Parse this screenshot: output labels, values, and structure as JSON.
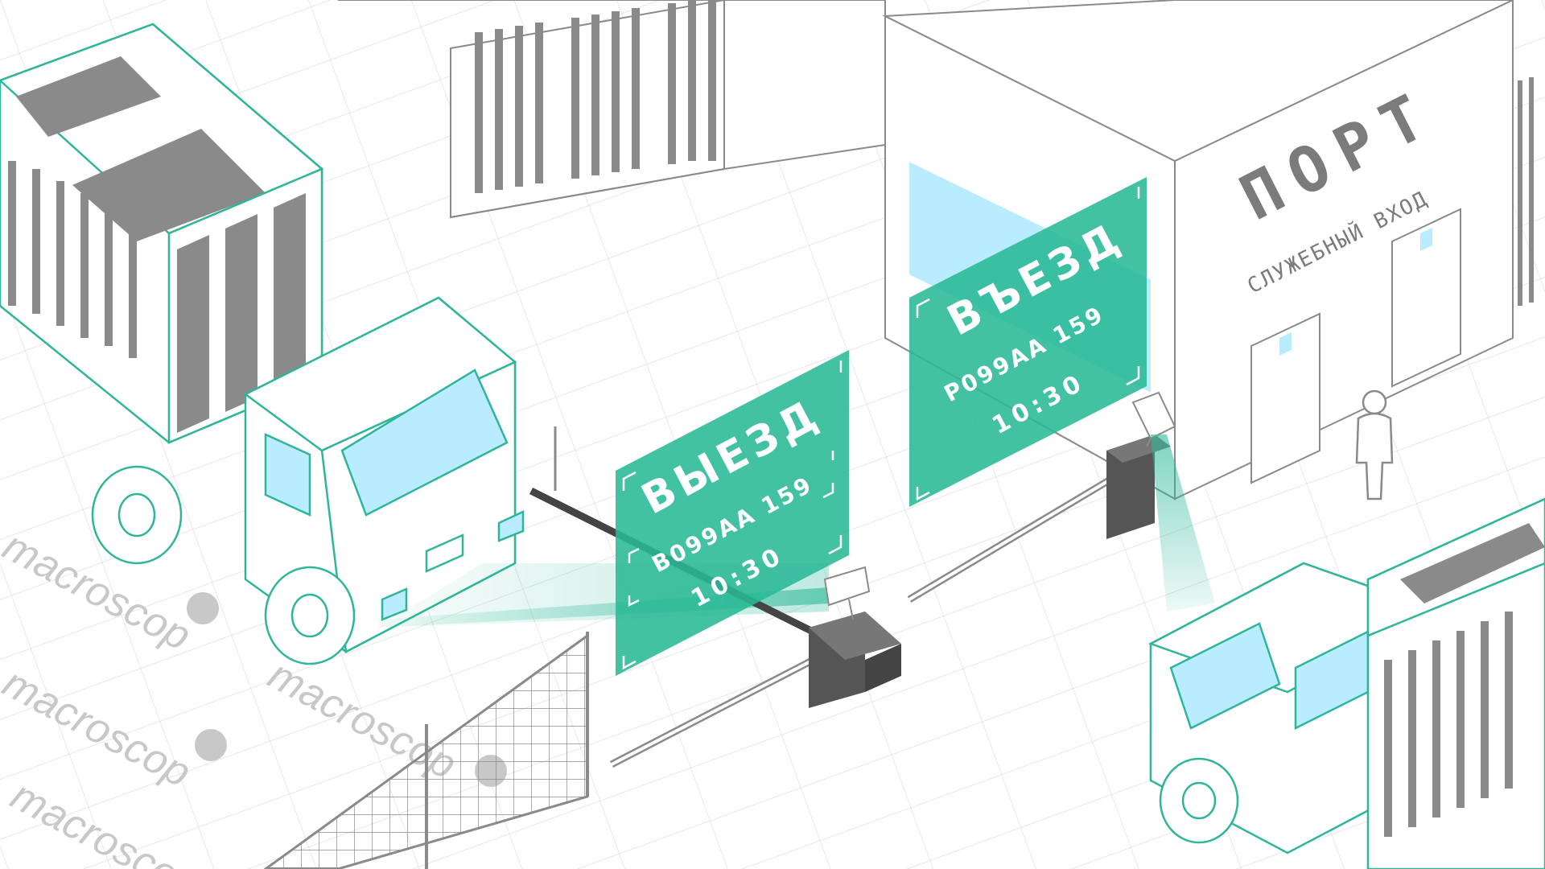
{
  "exit_card": {
    "title": "ВЫЕЗД",
    "plate": "В099АА 159",
    "time": "10:30"
  },
  "entry_card": {
    "title": "ВЪЕЗД",
    "plate": "Р099АА 159",
    "time": "10:30"
  },
  "building": {
    "sign_title": "ПОРТ",
    "sign_subtitle": "СЛУЖЕБНЫЙ ВХОД"
  },
  "watermark": {
    "text": "macroscop"
  },
  "colors": {
    "teal": "#29b896",
    "teal_line": "#2fb59a",
    "glass": "#b9ecff",
    "gray_dark": "#8a8a8a",
    "barrier_dark": "#555555"
  }
}
